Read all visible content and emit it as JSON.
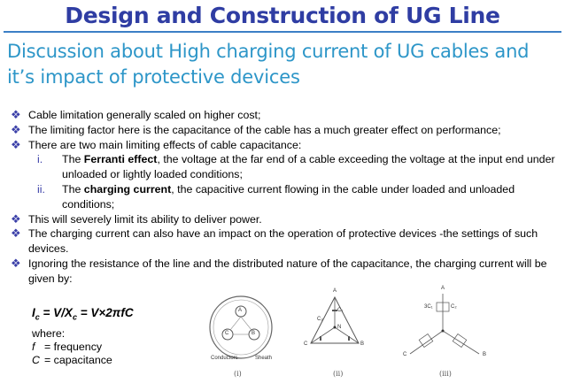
{
  "slide": {
    "title": "Design and Construction of UG Line",
    "subtitle": "Discussion about High charging current of UG cables and it’s impact of protective devices"
  },
  "bullets": {
    "b1": "Cable limitation generally scaled on higher cost;",
    "b2": "The limiting factor here is the capacitance of the cable has a much greater effect on performance;",
    "b3": "There are two main limiting effects of cable capacitance:",
    "sub1": {
      "num": "i.",
      "bold": "Ferranti effect",
      "pre": "The ",
      "rest": ", the voltage at the far end of a cable exceeding the voltage at the input end under unloaded or lightly loaded conditions;"
    },
    "sub2": {
      "num": "ii.",
      "bold": "charging current",
      "pre": "The ",
      "rest": ", the capacitive current flowing in the cable under loaded and unloaded conditions;"
    },
    "b4": "This will severely limit its ability to deliver power.",
    "b5": "The charging current can also have an impact on the operation of protective devices -the settings of such devices.",
    "b6": "Ignoring the resistance of the line and the distributed nature of the capacitance, the charging current will be given by:"
  },
  "formula": {
    "i": "I",
    "c1": "c",
    "mid": " = V/X",
    "c2": "c",
    "rhs": " = V×2πfC",
    "where": "where:",
    "f_sym": "f",
    "f_def": "=  frequency",
    "c_sym": "C",
    "c_def": "=  capacitance"
  },
  "figure": {
    "label_conductors": "Conductors",
    "label_sheath": "Sheath",
    "cap_i": "(i)",
    "cap_ii": "(ii)",
    "cap_iii": "(iii)",
    "node_a": "A",
    "node_b": "B",
    "node_c": "C",
    "node_n": "N",
    "lbl_c1": "C₁",
    "lbl_c2": "C₂",
    "lbl_3c1": "3C₁"
  }
}
